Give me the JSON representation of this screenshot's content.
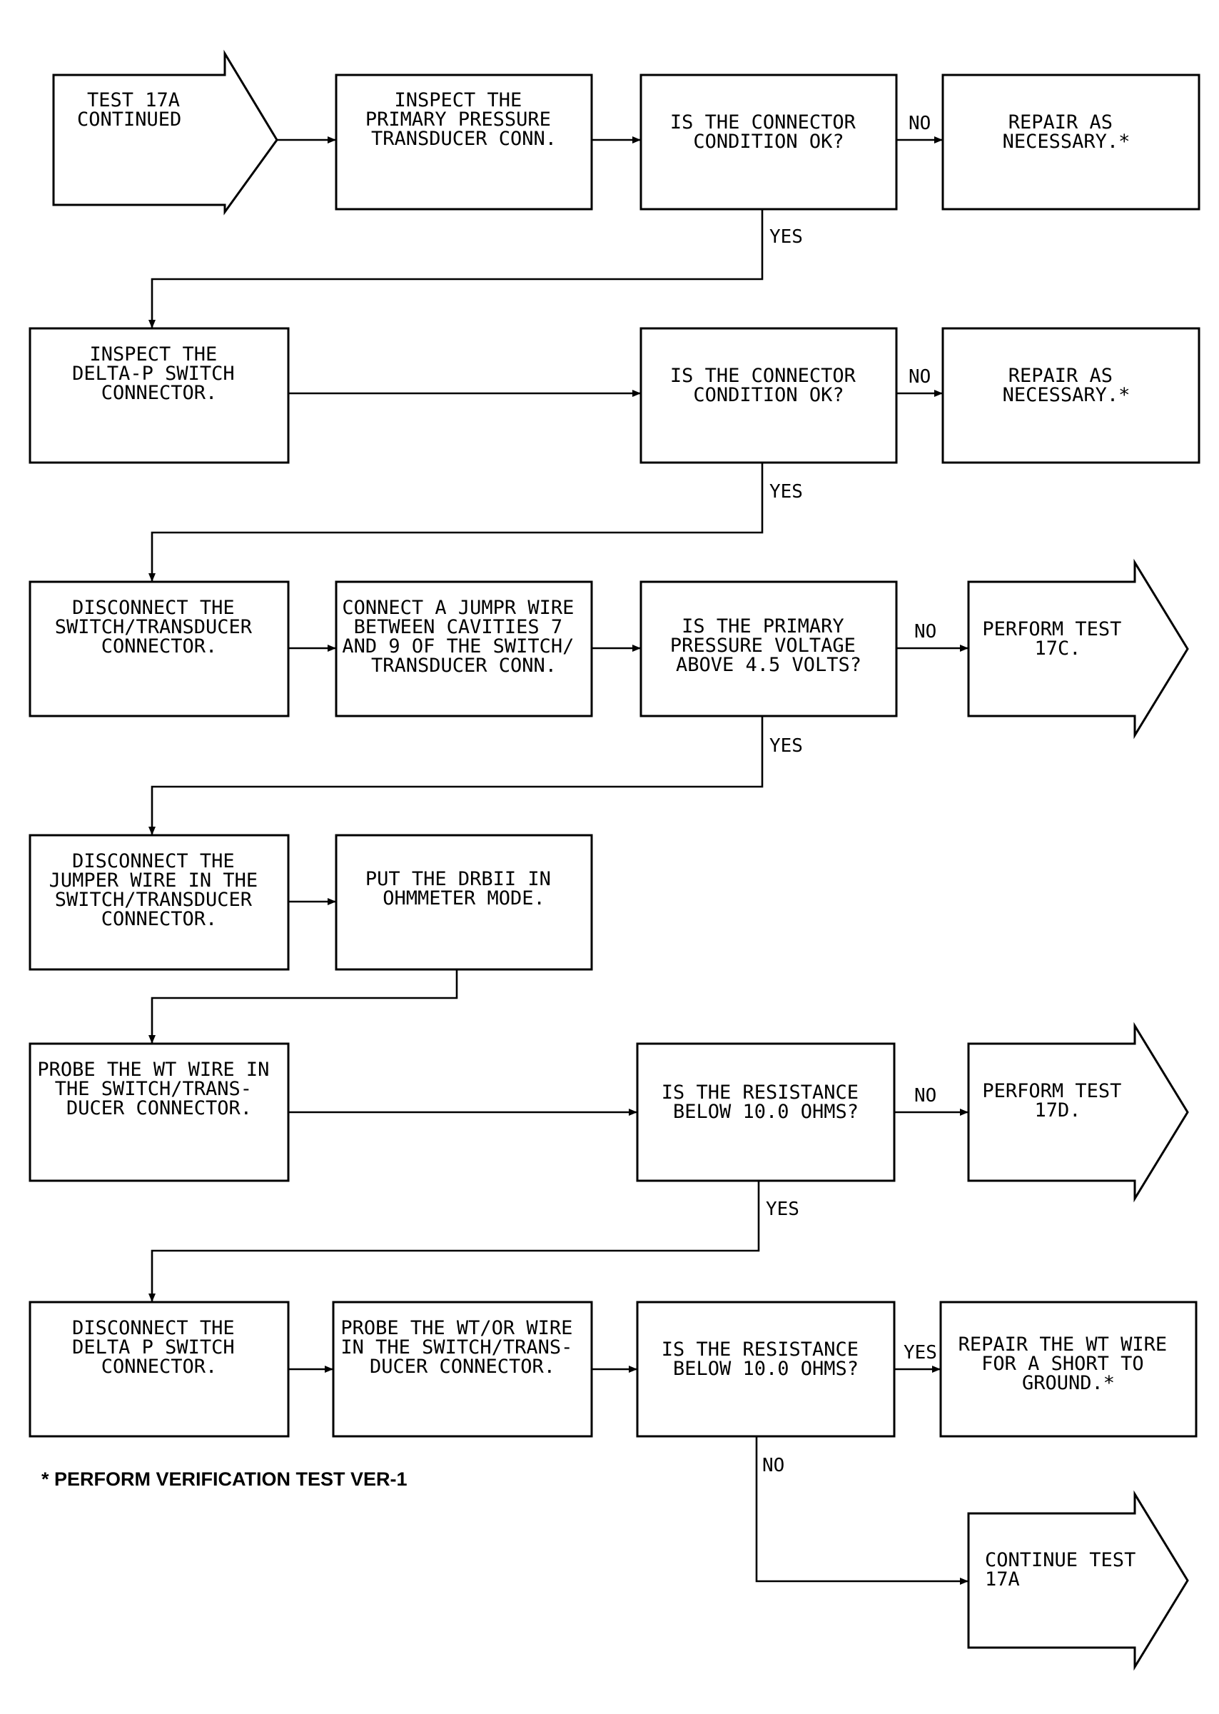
{
  "steps": {
    "test_17a_continued": [
      "TEST 17A",
      "CONTINUED"
    ],
    "inspect_primary_conn": [
      "INSPECT THE",
      "PRIMARY PRESSURE",
      "TRANSDUCER CONN."
    ],
    "q_connector_ok_1": [
      "IS THE CONNECTOR",
      "CONDITION OK?"
    ],
    "repair_1": [
      "REPAIR AS",
      "NECESSARY.*"
    ],
    "inspect_delta_p": [
      "INSPECT THE",
      "DELTA-P SWITCH",
      "CONNECTOR."
    ],
    "q_connector_ok_2": [
      "IS THE CONNECTOR",
      "CONDITION OK?"
    ],
    "repair_2": [
      "REPAIR AS",
      "NECESSARY.*"
    ],
    "disconnect_switch_conn": [
      "DISCONNECT THE",
      "SWITCH/TRANSDUCER",
      "CONNECTOR."
    ],
    "connect_jumper": [
      "CONNECT A JUMPR WIRE",
      "BETWEEN CAVITIES 7",
      "AND 9 OF THE SWITCH/",
      "TRANSDUCER CONN."
    ],
    "q_voltage": [
      "IS THE PRIMARY",
      "PRESSURE VOLTAGE",
      "ABOVE 4.5 VOLTS?"
    ],
    "perform_17c": [
      "PERFORM TEST",
      "17C."
    ],
    "disconnect_jumper": [
      "DISCONNECT THE",
      "JUMPER WIRE IN THE",
      "SWITCH/TRANSDUCER",
      "CONNECTOR."
    ],
    "put_ohmmeter": [
      "PUT THE DRBII IN",
      "OHMMETER MODE."
    ],
    "probe_wt": [
      "PROBE THE WT WIRE IN",
      "THE SWITCH/TRANS-",
      "DUCER CONNECTOR."
    ],
    "q_resistance_1": [
      "IS THE RESISTANCE",
      "BELOW 10.0 OHMS?"
    ],
    "perform_17d": [
      "PERFORM TEST",
      "17D."
    ],
    "disconnect_delta_p": [
      "DISCONNECT THE",
      "DELTA P SWITCH",
      "CONNECTOR."
    ],
    "probe_wt_or": [
      "PROBE THE WT/OR WIRE",
      "IN THE SWITCH/TRANS-",
      "DUCER CONNECTOR."
    ],
    "q_resistance_2": [
      "IS THE RESISTANCE",
      "BELOW 10.0 OHMS?"
    ],
    "repair_wt_short": [
      "REPAIR THE WT WIRE",
      "FOR A SHORT TO",
      "GROUND.*"
    ],
    "continue_17a": [
      "CONTINUE TEST",
      "17A"
    ]
  },
  "branch_labels": {
    "yes": "YES",
    "no": "NO"
  },
  "footnote": "* PERFORM VERIFICATION TEST VER-1"
}
